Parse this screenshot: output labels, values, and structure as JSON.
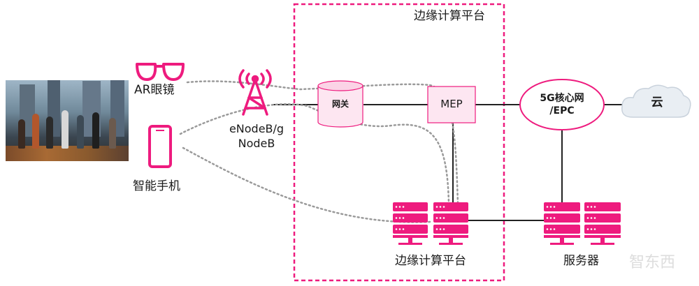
{
  "colors": {
    "accent": "#ee1b7e",
    "accent_light": "#f4a6cc",
    "line": "#222222",
    "dotted": "#9a9a9a",
    "mep_fill": "#fde6f1",
    "cloud_fill": "#e9eef3"
  },
  "labels": {
    "mec_platform_title": "边缘计算平台",
    "ar_glasses": "AR眼镜",
    "smartphone": "智能手机",
    "base_station_line1": "eNodeB/g",
    "base_station_line2": "NodeB",
    "gateway": "网关",
    "mep": "MEP",
    "core_network_line1": "5G核心网",
    "core_network_line2": "/EPC",
    "cloud": "云",
    "edge_servers": "边缘计算平台",
    "servers": "服务器",
    "watermark": "智东西"
  },
  "icons": {
    "glasses": "ar-glasses-icon",
    "phone": "smartphone-icon",
    "tower": "cell-tower-icon",
    "gateway": "gateway-cylinder-icon",
    "cloud": "cloud-icon",
    "server": "server-rack-icon"
  }
}
